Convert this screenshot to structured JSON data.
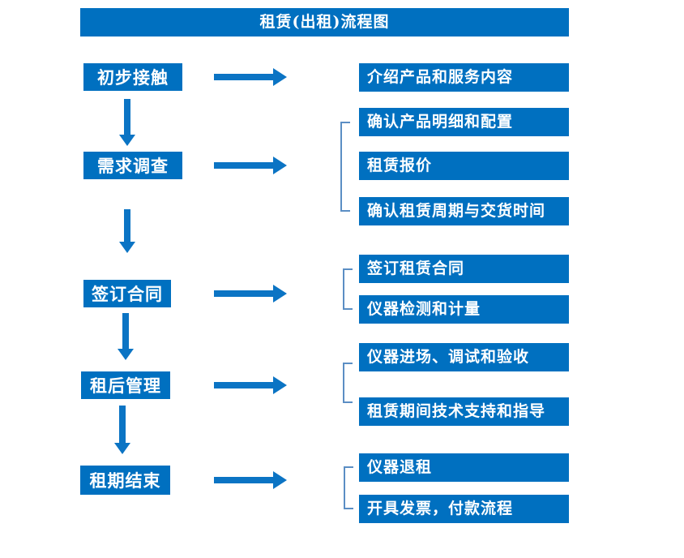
{
  "title": "租赁(出租)流程图",
  "colors": {
    "primary_blue": "#0070c0",
    "arrow_blue": "#0b74c4",
    "bracket_blue": "#5b8ec4",
    "box_text": "#ffffff",
    "background": "#ffffff"
  },
  "steps": [
    {
      "label": "初步接触",
      "outputs": [
        "介绍产品和服务内容"
      ]
    },
    {
      "label": "需求调查",
      "outputs": [
        "确认产品明细和配置",
        "租赁报价",
        "确认租赁周期与交货时间"
      ]
    },
    {
      "label": "签订合同",
      "outputs": [
        "签订租赁合同",
        "仪器检测和计量"
      ]
    },
    {
      "label": "租后管理",
      "outputs": [
        "仪器进场、调试和验收",
        "租赁期间技术支持和指导"
      ]
    },
    {
      "label": "租期结束",
      "outputs": [
        "仪器退租",
        "开具发票，付款流程"
      ]
    }
  ]
}
